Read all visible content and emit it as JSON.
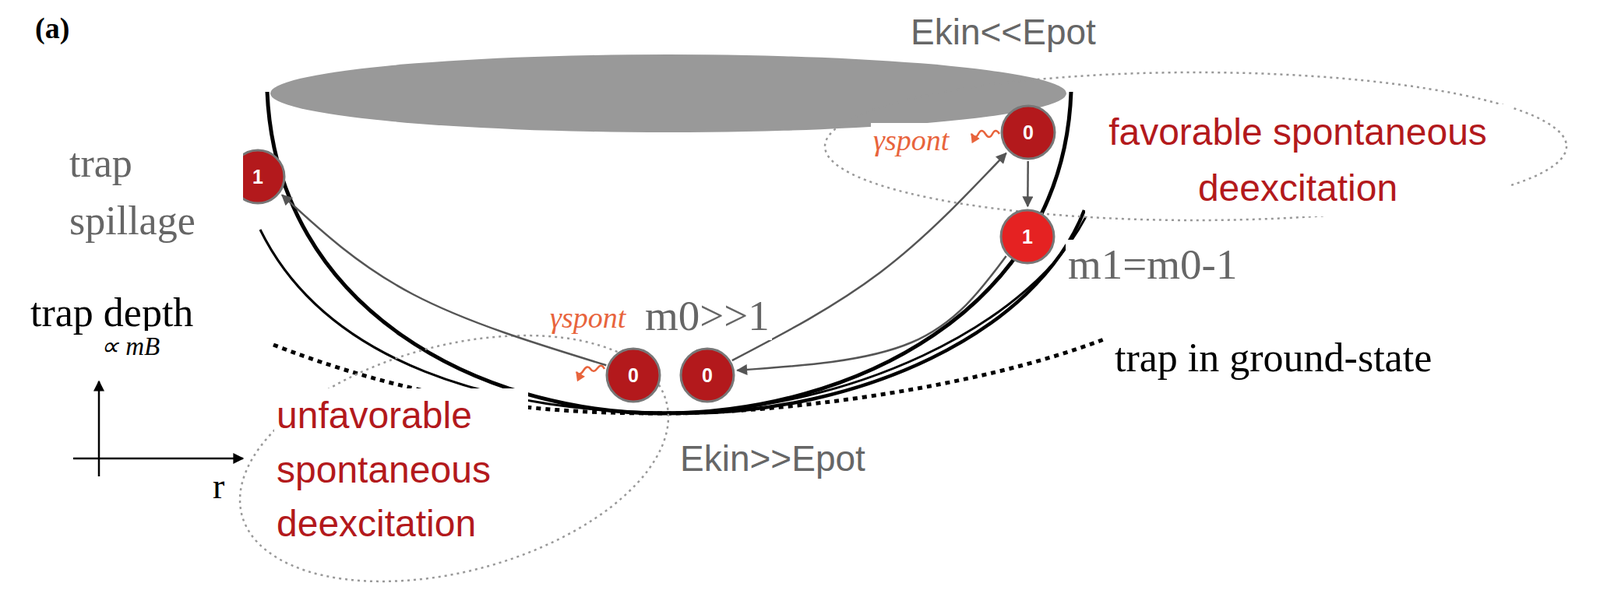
{
  "diagram": {
    "nodes": [
      {
        "text": [
          "1"
        ]
      },
      {
        "text": [
          "0"
        ]
      },
      {
        "text": [
          "1"
        ]
      },
      {
        "text": [
          "0"
        ]
      },
      {
        "text": [
          "0"
        ]
      }
    ],
    "edges": [
      {
        "from": 3,
        "to": 0,
        "arrow": "to"
      },
      {
        "from": 4,
        "to": 1,
        "arrow": "to"
      },
      {
        "from": 1,
        "to": 2,
        "arrow": "to"
      },
      {
        "from": 2,
        "to": 4,
        "arrow": "to"
      }
    ],
    "labels": [
      "(a)",
      "Ekin<<Epot",
      "favorable spontaneous deexcitation",
      "γspont",
      "trap spillage",
      "m1=m0-1",
      "m0>>1",
      "trap depth",
      "∝ mB",
      "r",
      "γspont",
      "trap in ground-state",
      "Ekin>>Epot",
      "unfavorable spontaneous deexcitation"
    ]
  }
}
